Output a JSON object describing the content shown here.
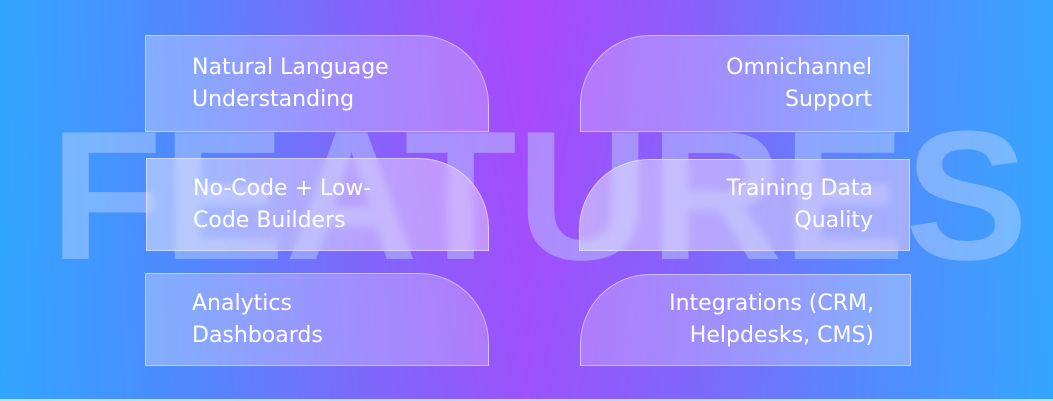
{
  "watermark": {
    "text": "FEATURES"
  },
  "features": {
    "left": [
      {
        "line1": "Natural Language",
        "line2": "Understanding"
      },
      {
        "line1": "No-Code + Low-",
        "line2": "Code Builders"
      },
      {
        "line1": "Analytics",
        "line2": "Dashboards"
      }
    ],
    "right": [
      {
        "line1": "Omnichannel",
        "line2": "Support"
      },
      {
        "line1": "Training Data",
        "line2": "Quality"
      },
      {
        "line1": "Integrations (CRM,",
        "line2": "Helpdesks, CMS)"
      }
    ]
  },
  "colors": {
    "edge_blue": "#32a6fe",
    "center_purple": "#ac47fc",
    "text": "#ffffff"
  }
}
